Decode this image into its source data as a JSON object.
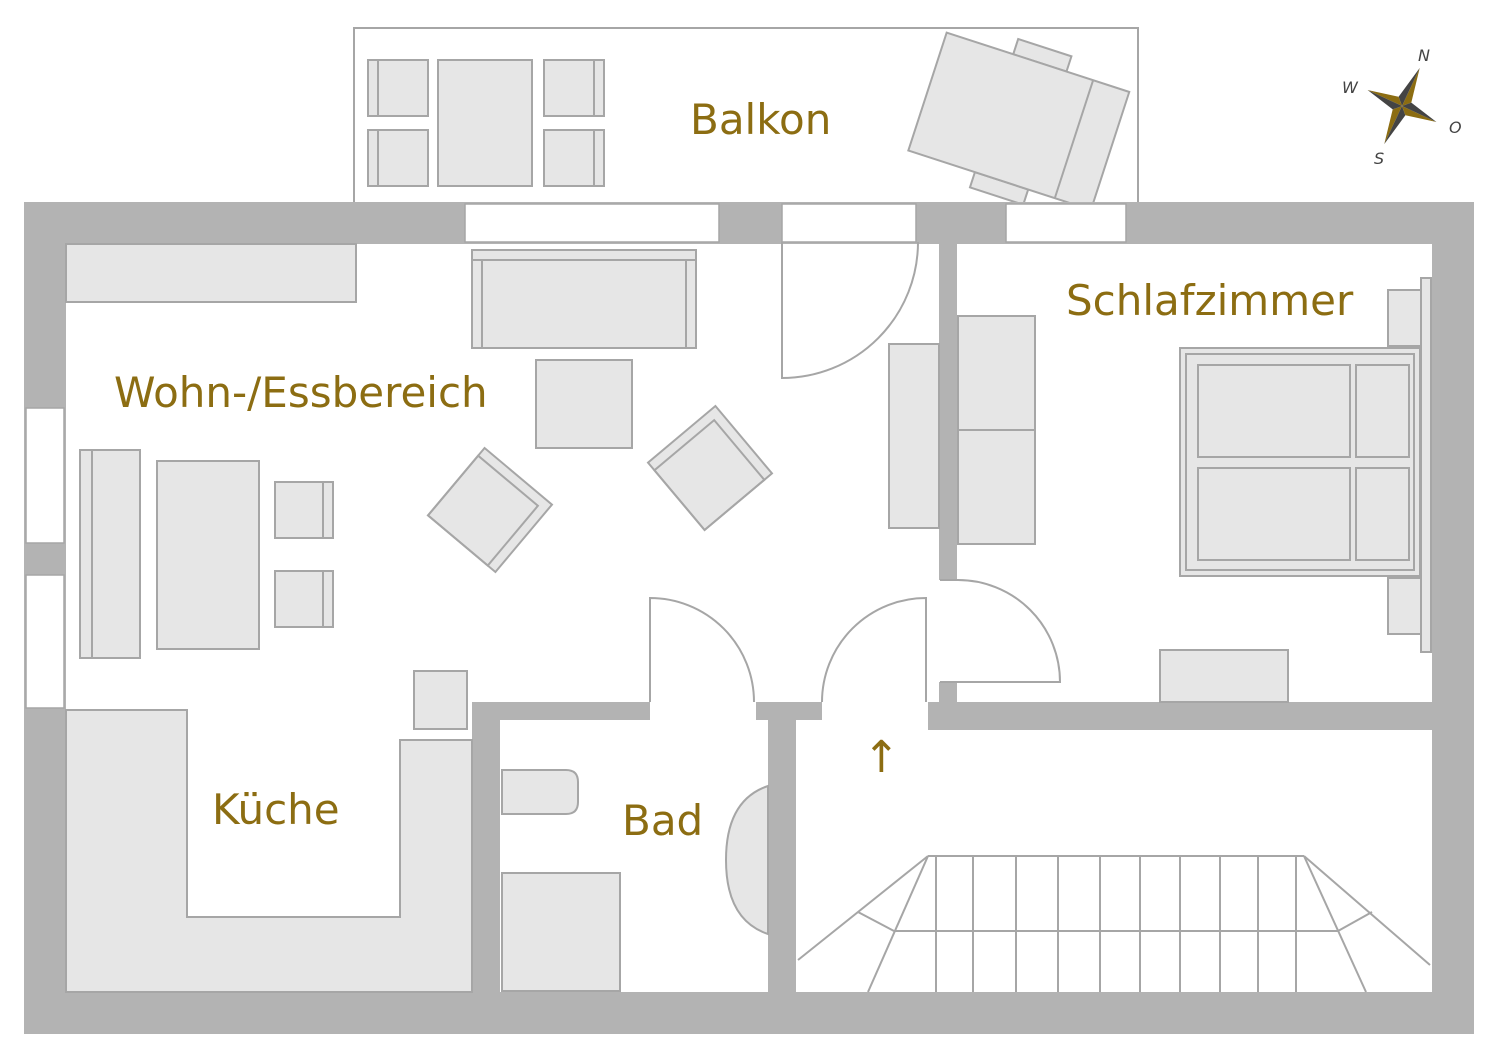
{
  "rooms": {
    "balkon": "Balkon",
    "wohn": "Wohn-/Essbereich",
    "schlafzimmer": "Schlafzimmer",
    "kueche": "Küche",
    "bad": "Bad"
  },
  "stairs_arrow": "↑",
  "compass": {
    "n": "N",
    "o": "O",
    "s": "S",
    "w": "W"
  },
  "colors": {
    "wall": "#b3b3b3",
    "furniture": "#e6e6e6",
    "outline": "#a6a6a6",
    "label": "#8c6d12"
  }
}
